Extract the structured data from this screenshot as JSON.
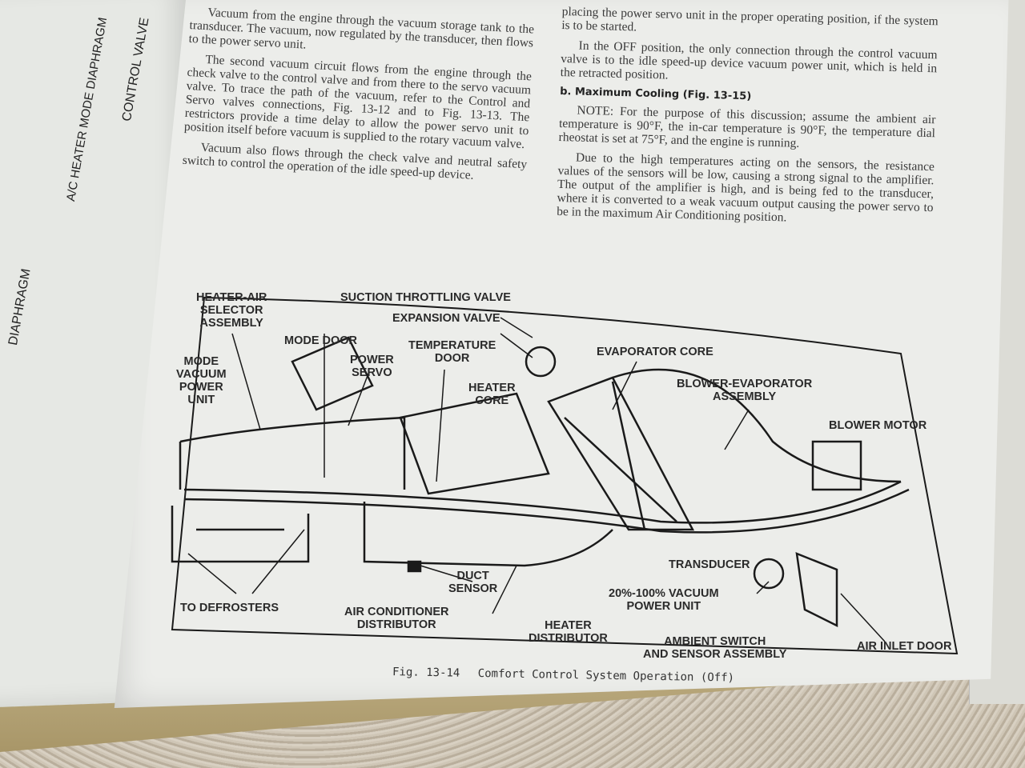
{
  "left_page": {
    "labels": [
      "CONTROL VALVE",
      "A/C HEATER MODE DIAPHRAGM",
      "DIAPHRAGM"
    ]
  },
  "left_column": {
    "paragraphs": [
      "Vacuum from the engine through the vacuum storage tank to the transducer. The vacuum, now regulated by the transducer, then flows to the power servo unit.",
      "The second vacuum circuit flows from the engine through the check valve to the control valve and from there to the servo vacuum valve. To trace the path of the vacuum, refer to the Control and Servo valves connections, Fig. 13-12 and to Fig. 13-13. The restrictors provide a time delay to allow the power servo unit to position itself before vacuum is supplied to the rotary vacuum valve.",
      "Vacuum also flows through the check valve and neutral safety switch to control the operation of the idle speed-up device."
    ]
  },
  "right_column": {
    "top_fragment": "placing the power servo unit in the proper operating position, if the system is to be started.",
    "off_paragraph": "In the OFF position, the only connection through the control vacuum valve is to the idle speed-up device vacuum power unit, which is held in the retracted position.",
    "heading": "b. Maximum Cooling (Fig. 13-15)",
    "note": "NOTE: For the purpose of this discussion; assume the ambient air temperature is 90°F, the in-car temperature is 90°F, the temperature dial rheostat is set at 75°F, and the engine is running.",
    "due_paragraph": "Due to the high temperatures acting on the sensors, the resistance values of the sensors will be low, causing a strong signal to the amplifier. The output of the amplifier is high, and is being fed to the transducer, where it is converted to a weak vacuum output causing the power servo to be in the maximum Air Conditioning position."
  },
  "diagram": {
    "labels": {
      "heater_air_selector": "HEATER-AIR\nSELECTOR\nASSEMBLY",
      "mode_door": "MODE DOOR",
      "suction_throttling_valve": "SUCTION THROTTLING VALVE",
      "expansion_valve": "EXPANSION VALVE",
      "mode_vacuum_power_unit": "MODE\nVACUUM\nPOWER\nUNIT",
      "power_servo": "POWER\nSERVO",
      "temperature_door": "TEMPERATURE\nDOOR",
      "heater_core": "HEATER\nCORE",
      "evaporator_core": "EVAPORATOR CORE",
      "blower_evaporator_assembly": "BLOWER-EVAPORATOR\nASSEMBLY",
      "blower_motor": "BLOWER MOTOR",
      "transducer": "TRANSDUCER",
      "vacuum_power_unit": "20%-100% VACUUM\nPOWER UNIT",
      "duct_sensor": "DUCT\nSENSOR",
      "to_defrosters": "TO DEFROSTERS",
      "air_conditioner_distributor": "AIR CONDITIONER\nDISTRIBUTOR",
      "heater_distributor": "HEATER\nDISTRIBUTOR",
      "ambient_switch": "AMBIENT SWITCH\nAND SENSOR ASSEMBLY",
      "air_inlet_door": "AIR INLET DOOR"
    }
  },
  "caption": {
    "fig": "Fig. 13-14",
    "title": "Comfort Control System Operation (Off)"
  }
}
